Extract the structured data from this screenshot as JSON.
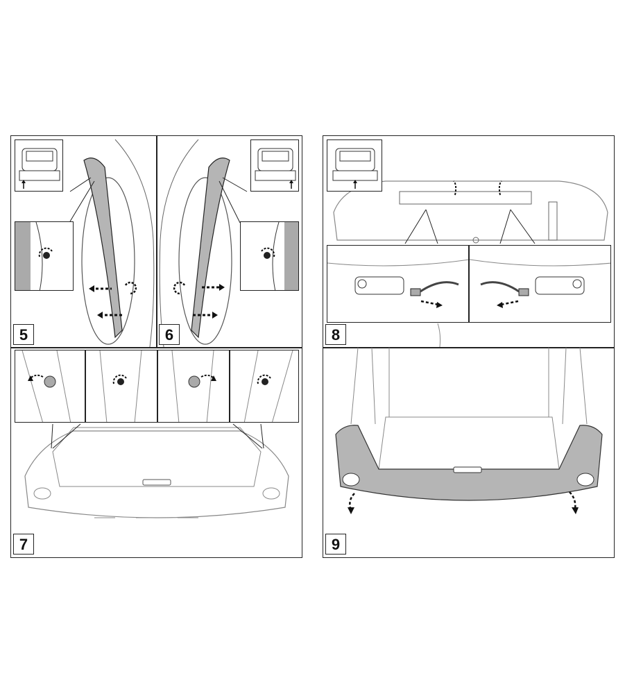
{
  "steps": [
    {
      "number": "5",
      "action": "remove-wheel-arch-trim-left"
    },
    {
      "number": "6",
      "action": "remove-wheel-arch-trim-right"
    },
    {
      "number": "7",
      "action": "remove-tailgate-side-clips"
    },
    {
      "number": "8",
      "action": "disconnect-connectors"
    },
    {
      "number": "9",
      "action": "remove-rear-bumper"
    }
  ],
  "colors": {
    "line": "#222222",
    "highlight": "#b5b5b5",
    "arrow": "#111111"
  }
}
